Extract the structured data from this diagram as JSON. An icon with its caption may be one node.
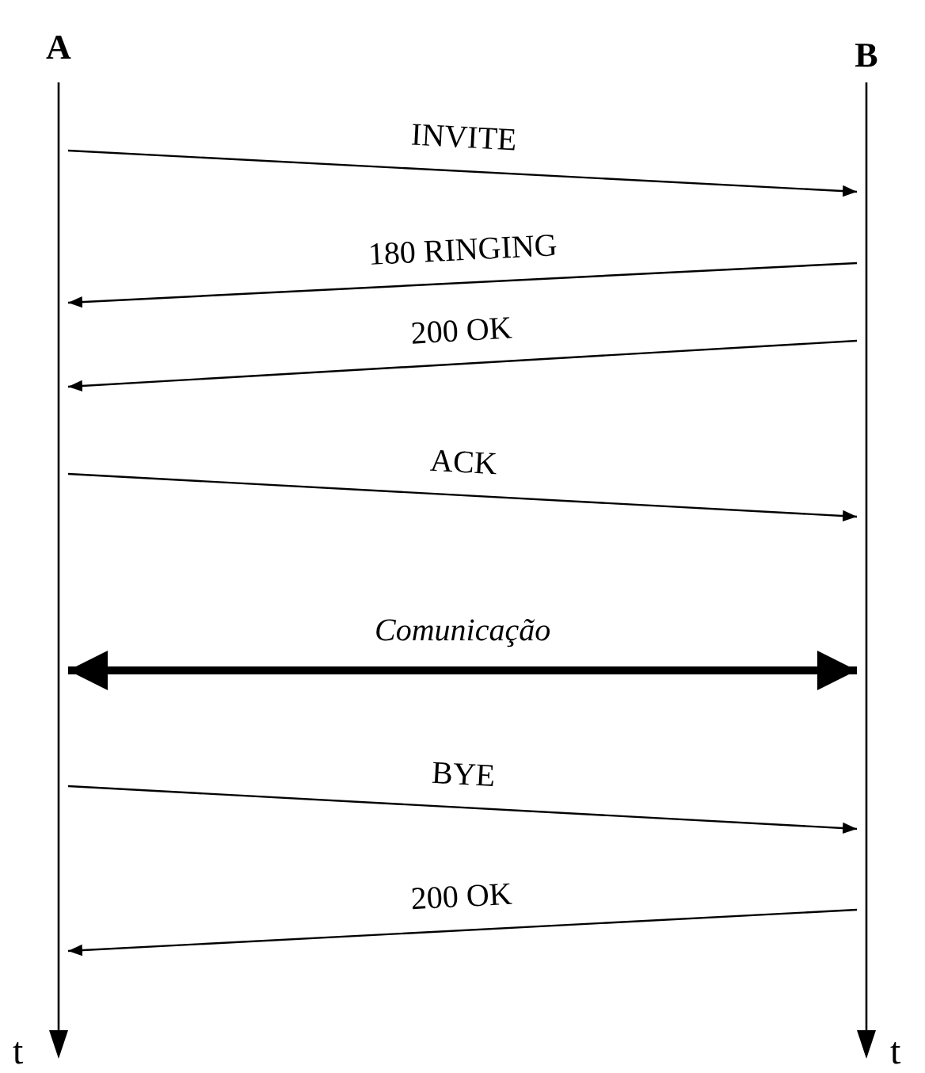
{
  "diagram": {
    "nodes": [
      {
        "text": [
          "A"
        ]
      },
      {
        "text": [
          "B"
        ]
      }
    ],
    "edges": [
      {
        "from": 0,
        "to": 1,
        "arrow": "to",
        "label": "INVITE"
      },
      {
        "from": 1,
        "to": 0,
        "arrow": "to",
        "label": "180 RINGING"
      },
      {
        "from": 1,
        "to": 0,
        "arrow": "to",
        "label": "200 OK"
      },
      {
        "from": 0,
        "to": 1,
        "arrow": "to",
        "label": "ACK"
      },
      {
        "from": 0,
        "to": 1,
        "arrow": "both",
        "label": "Comunicação",
        "style": "thick"
      },
      {
        "from": 0,
        "to": 1,
        "arrow": "to",
        "label": "BYE"
      },
      {
        "from": 1,
        "to": 0,
        "arrow": "to",
        "label": "200 OK"
      }
    ],
    "labels": [
      "t",
      "t"
    ]
  }
}
